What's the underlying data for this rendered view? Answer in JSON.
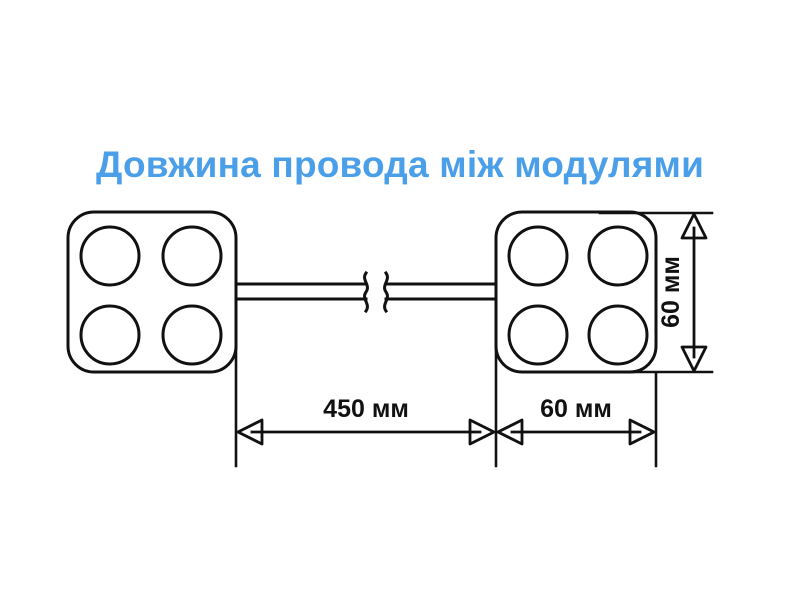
{
  "title": {
    "text": "Довжина провода між модулями",
    "color": "#4a9fe8"
  },
  "diagram": {
    "type": "technical-dimension-drawing",
    "stroke_color": "#111111",
    "background_color": "#ffffff",
    "modules": [
      {
        "name": "left-module",
        "ports": 4
      },
      {
        "name": "right-module",
        "ports": 4
      }
    ],
    "cable": {
      "name": "connecting-cable",
      "break_symbol": "zigzag-break"
    },
    "dimensions": {
      "cable_length": "450 мм",
      "module_width": "60 мм",
      "module_height": "60 мм"
    }
  }
}
